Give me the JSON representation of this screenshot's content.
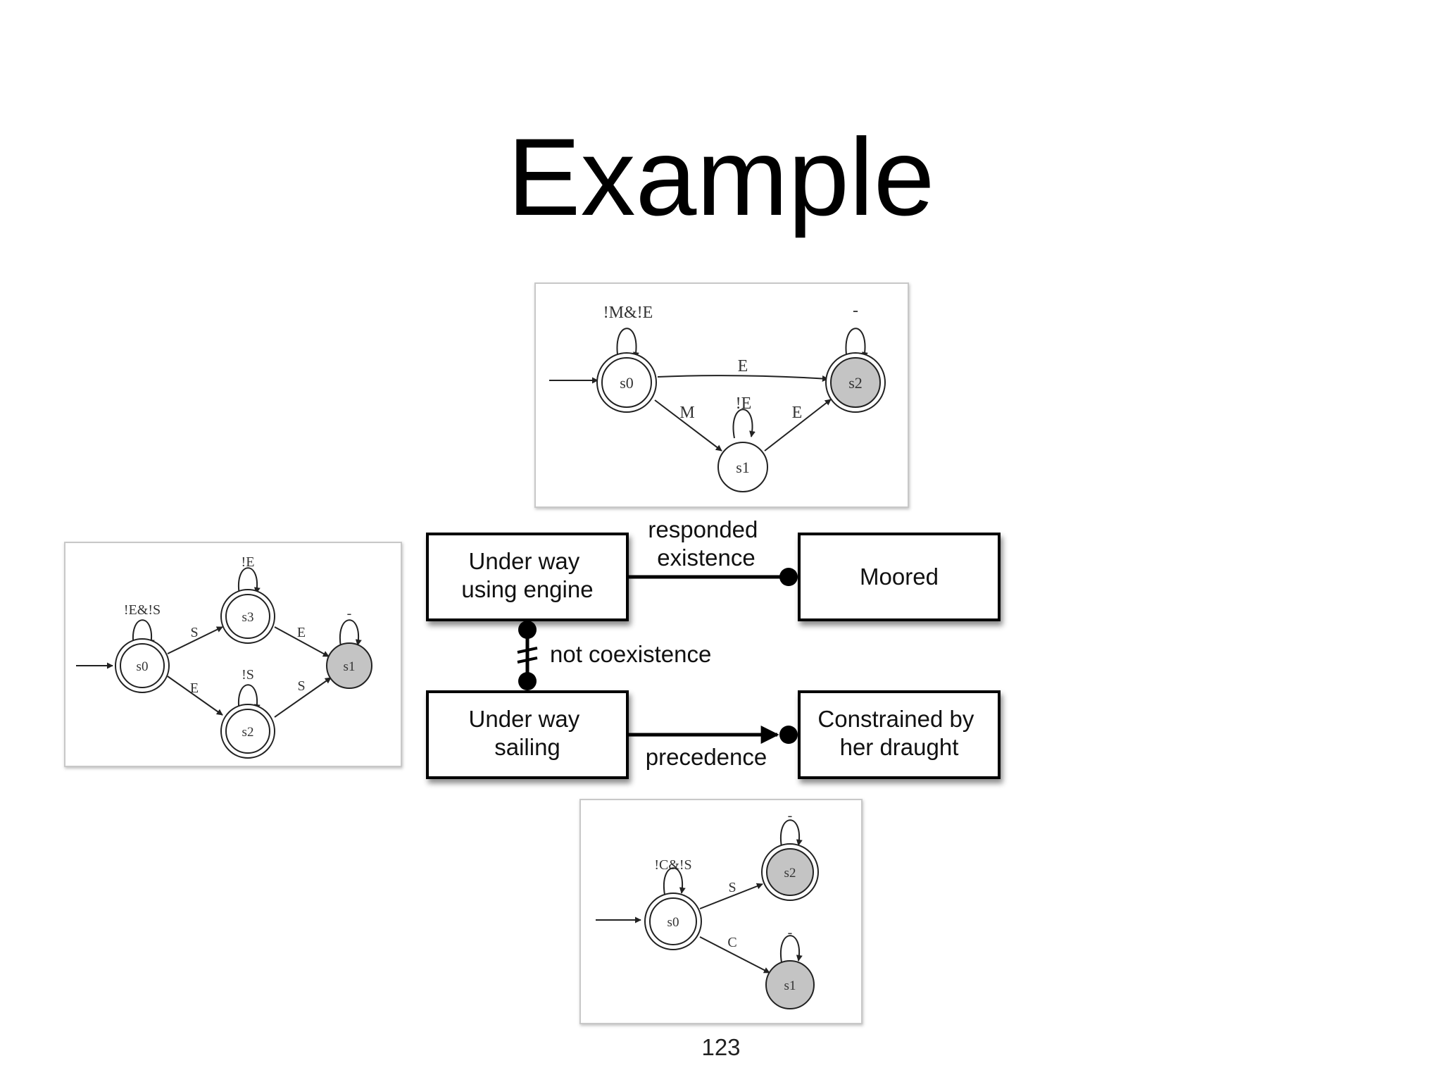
{
  "slide": {
    "title": "Example",
    "page_number": "123"
  },
  "declare_model": {
    "activities": {
      "under_way_engine": [
        "Under way",
        "using engine"
      ],
      "moored": [
        "Moored"
      ],
      "under_way_sailing": [
        "Under way",
        "sailing"
      ],
      "constrained": [
        "Constrained by",
        "her draught"
      ]
    },
    "constraints": {
      "responded_existence": [
        "responded",
        "existence"
      ],
      "not_coexistence": "not coexistence",
      "precedence": "precedence"
    }
  },
  "automaton_top": {
    "states": {
      "s0": "s0",
      "s1": "s1",
      "s2": "s2"
    },
    "labels": {
      "s0_loop": "!M&!E",
      "s0_s2": "E",
      "s0_s1": "M",
      "s1_loop": "!E",
      "s1_s2": "E",
      "s2_loop": "-"
    }
  },
  "automaton_left": {
    "states": {
      "s0": "s0",
      "s1": "s1",
      "s2": "s2",
      "s3": "s3"
    },
    "labels": {
      "s0_loop": "!E&!S",
      "s3_loop": "!E",
      "s2_loop": "!S",
      "s1_loop": "-",
      "s0_s3": "S",
      "s0_s2": "E",
      "s3_s1": "E",
      "s2_s1": "S"
    }
  },
  "automaton_bottom": {
    "states": {
      "s0": "s0",
      "s1": "s1",
      "s2": "s2"
    },
    "labels": {
      "s0_loop": "!C&!S",
      "s0_s2": "S",
      "s0_s1": "C",
      "s2_loop": "-",
      "s1_loop": "-"
    }
  }
}
